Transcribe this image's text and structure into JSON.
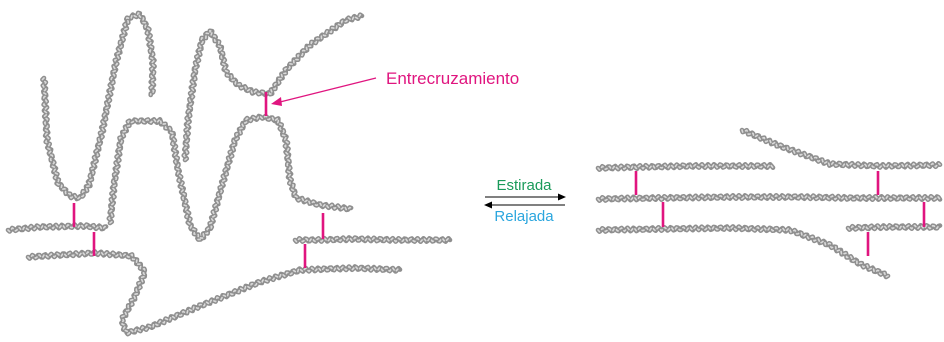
{
  "labels": {
    "crosslink": "Entrecruzamiento",
    "stretched": "Estirada",
    "relaxed": "Relajada"
  },
  "colors": {
    "crosslink": "#e0157f",
    "stretched": "#1a9a5a",
    "relaxed": "#2ba6de",
    "chain": "#8f8f8f"
  }
}
